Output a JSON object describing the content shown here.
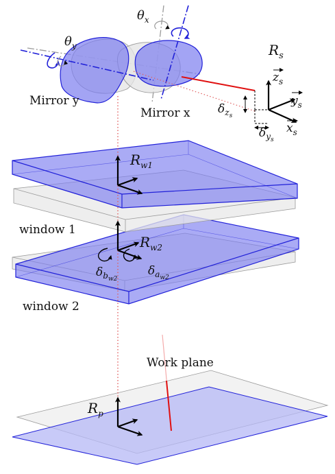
{
  "labels": {
    "mirror_y": "Mirror y",
    "mirror_x": "Mirror x",
    "window1": "window 1",
    "window2": "window 2",
    "work_plane": "Work plane"
  },
  "symbols": {
    "theta_y": "θ",
    "theta_y_sub": "y",
    "theta_x": "θ",
    "theta_x_sub": "x",
    "R_s": "R",
    "R_s_sub": "s",
    "z_s": "z",
    "z_s_sub": "s",
    "y_s": "y",
    "y_s_sub": "s",
    "x_s": "x",
    "x_s_sub": "s",
    "delta_zs": "δ",
    "delta_zs_sub": "z",
    "delta_zs_subsub": "s",
    "delta_ys": "δ",
    "delta_ys_sub": "y",
    "delta_ys_subsub": "s",
    "R_w1": "R",
    "R_w1_sub": "w1",
    "R_w2": "R",
    "R_w2_sub": "w2",
    "delta_bw2": "δ",
    "delta_bw2_sub": "b",
    "delta_bw2_subsub": "w2",
    "delta_aw2": "δ",
    "delta_aw2_sub": "a",
    "delta_aw2_subsub": "w2",
    "R_p": "R",
    "R_p_sub": "p"
  },
  "colors": {
    "blue_fill": "#7c7ef0",
    "blue_stroke": "#2020d8",
    "gray_fill": "#e6e6e6",
    "gray_stroke": "#9a9a9a",
    "laser_red": "#e01010",
    "axis_black": "#000000"
  },
  "icons": [
    "rotation-arrow-icon",
    "axis-arrow-icon"
  ]
}
